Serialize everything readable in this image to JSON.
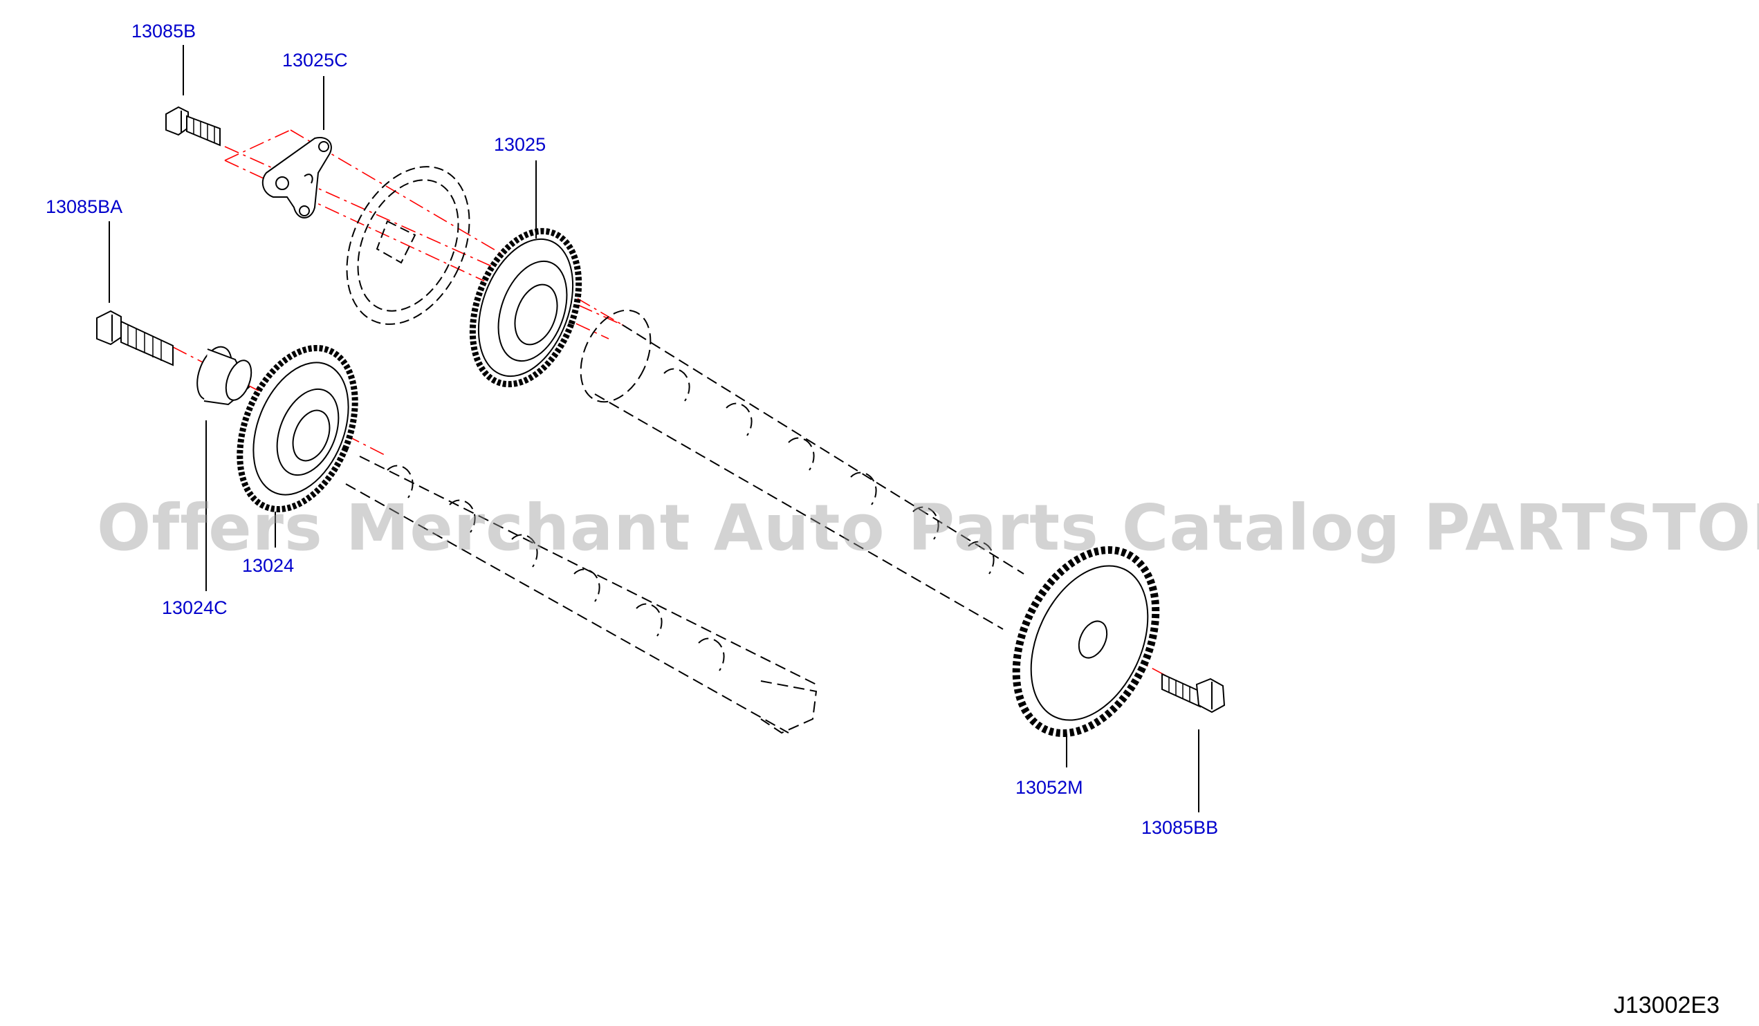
{
  "labels": {
    "p13085B": "13085B",
    "p13025C": "13025C",
    "p13025": "13025",
    "p13085BA": "13085BA",
    "p13024": "13024",
    "p13024C": "13024C",
    "p13052M": "13052M",
    "p13085BB": "13085BB"
  },
  "watermark": "Offers Merchant Auto Parts Catalog PARTSTORE.SA",
  "diagram_code": "J13002E3",
  "colors": {
    "label": "#0000cc",
    "centerline": "#ff0000",
    "lines": "#000000",
    "watermark": "#969696"
  }
}
